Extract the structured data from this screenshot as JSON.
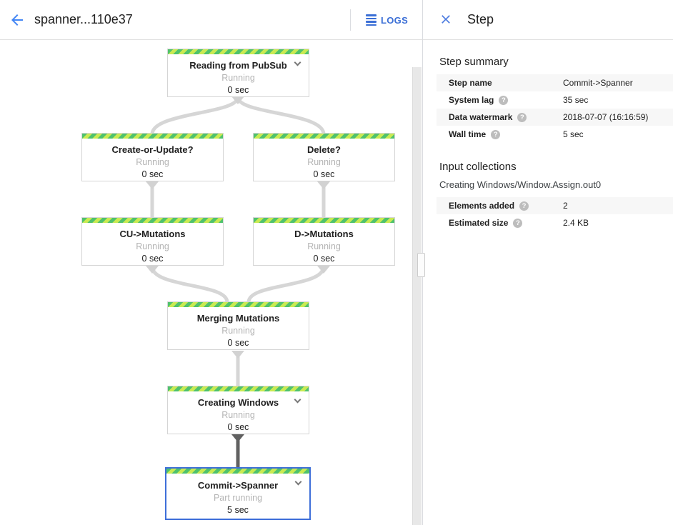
{
  "appbar": {
    "title": "spanner...110e37",
    "logs_label": "LOGS"
  },
  "panel": {
    "title": "Step",
    "summary": {
      "heading": "Step summary",
      "rows": [
        {
          "label": "Step name",
          "value": "Commit->Spanner",
          "help": false
        },
        {
          "label": "System lag",
          "value": "35 sec",
          "help": true
        },
        {
          "label": "Data watermark",
          "value": "2018-07-07 (16:16:59)",
          "help": true
        },
        {
          "label": "Wall time",
          "value": "5 sec",
          "help": true
        }
      ]
    },
    "input_collections": {
      "heading": "Input collections",
      "collection": "Creating Windows/Window.Assign.out0",
      "rows": [
        {
          "label": "Elements added",
          "value": "2",
          "help": true
        },
        {
          "label": "Estimated size",
          "value": "2.4 KB",
          "help": true
        }
      ]
    }
  },
  "graph": {
    "nodes": [
      {
        "title": "Reading from PubSub",
        "status": "Running",
        "time": "0 sec",
        "expandable": true,
        "selected": false
      },
      {
        "title": "Create-or-Update?",
        "status": "Running",
        "time": "0 sec",
        "expandable": false,
        "selected": false
      },
      {
        "title": "Delete?",
        "status": "Running",
        "time": "0 sec",
        "expandable": false,
        "selected": false
      },
      {
        "title": "CU->Mutations",
        "status": "Running",
        "time": "0 sec",
        "expandable": false,
        "selected": false
      },
      {
        "title": "D->Mutations",
        "status": "Running",
        "time": "0 sec",
        "expandable": false,
        "selected": false
      },
      {
        "title": "Merging Mutations",
        "status": "Running",
        "time": "0 sec",
        "expandable": false,
        "selected": false
      },
      {
        "title": "Creating Windows",
        "status": "Running",
        "time": "0 sec",
        "expandable": true,
        "selected": false
      },
      {
        "title": "Commit->Spanner",
        "status": "Part running",
        "time": "5 sec",
        "expandable": true,
        "selected": true
      }
    ],
    "edges": [
      {
        "from": "Reading from PubSub",
        "to": "Create-or-Update?"
      },
      {
        "from": "Reading from PubSub",
        "to": "Delete?"
      },
      {
        "from": "Create-or-Update?",
        "to": "CU->Mutations"
      },
      {
        "from": "Delete?",
        "to": "D->Mutations"
      },
      {
        "from": "CU->Mutations",
        "to": "Merging Mutations"
      },
      {
        "from": "D->Mutations",
        "to": "Merging Mutations"
      },
      {
        "from": "Merging Mutations",
        "to": "Creating Windows"
      },
      {
        "from": "Creating Windows",
        "to": "Commit->Spanner",
        "active": true
      }
    ]
  },
  "icons": {
    "help_glyph": "?"
  },
  "colors": {
    "accent_blue": "#4285f4",
    "logs_blue": "#3b6fd6",
    "selected_border": "#3e6fd9",
    "stripe_light": "#c9ea52",
    "stripe_green": "#4fc26c",
    "edge": "#d6d6d6",
    "edge_active": "#616161"
  }
}
